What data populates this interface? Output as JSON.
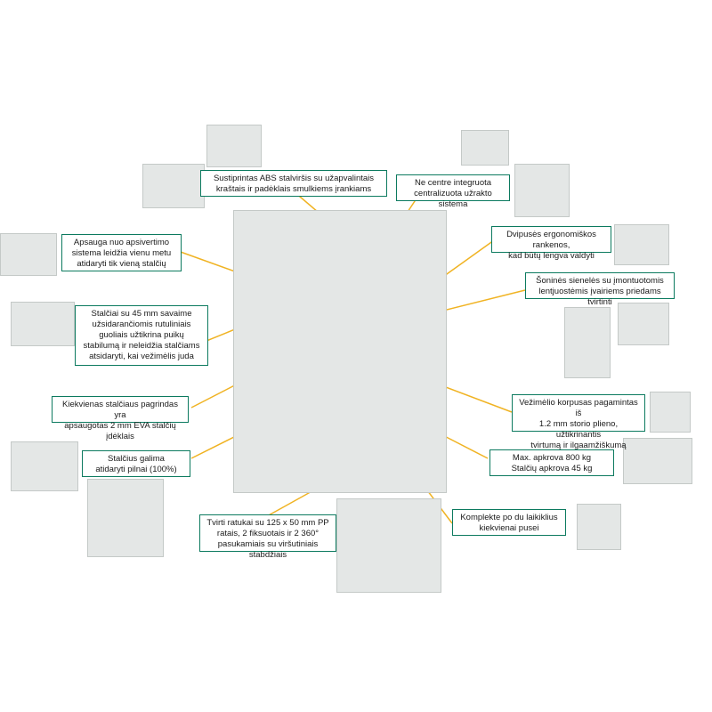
{
  "callouts": {
    "top_surface": "Sustiprintas ABS stalviršis su užapvalintais\nkraštais ir padėklais smulkiems įrankiams",
    "central_lock": "Ne centre integruota\ncentralizuota užrakto sistema",
    "anti_tilt": "Apsauga nuo apsivertimo\nsistema leidžia vienu metu\natidaryti tik vieną stalčių",
    "handles": "Dvipusės ergonomiškos rankenos,\nkad būtų lengva valdyti",
    "side_walls": "Šoninės sienelės su įmontuotomis\nlentjuostėmis įvairiems priedams tvirtinti",
    "drawer_slides": "Stalčiai su 45 mm savaime\nužsidarančiomis rutuliniais\nguoliais užtikrina puikų\nstabilumą ir neleidžia stalčiams\natsidaryti, kai vežimėlis juda",
    "drawer_bottom": "Kiekvienas stalčiaus pagrindas yra\napsaugotas 2 mm EVA stalčių įdėklais",
    "body_steel": "Vežimėlio korpusas pagamintas iš\n1.2 mm storio plieno, užtikrinantis\ntvirtumą ir ilgaamžiškumą",
    "full_open": "Stalčius galima\natidaryti pilnai (100%)",
    "load": "Max. apkrova 800 kg\nStalčių apkrova 45 kg",
    "casters": "Tvirti ratukai su 125 x 50 mm PP\nratais, 2 fiksuotais ir 2 360°\npasukamiais su viršutiniais stabdžiais",
    "holders": "Komplekte po du laikiklius\nkiekvienai pusei"
  }
}
